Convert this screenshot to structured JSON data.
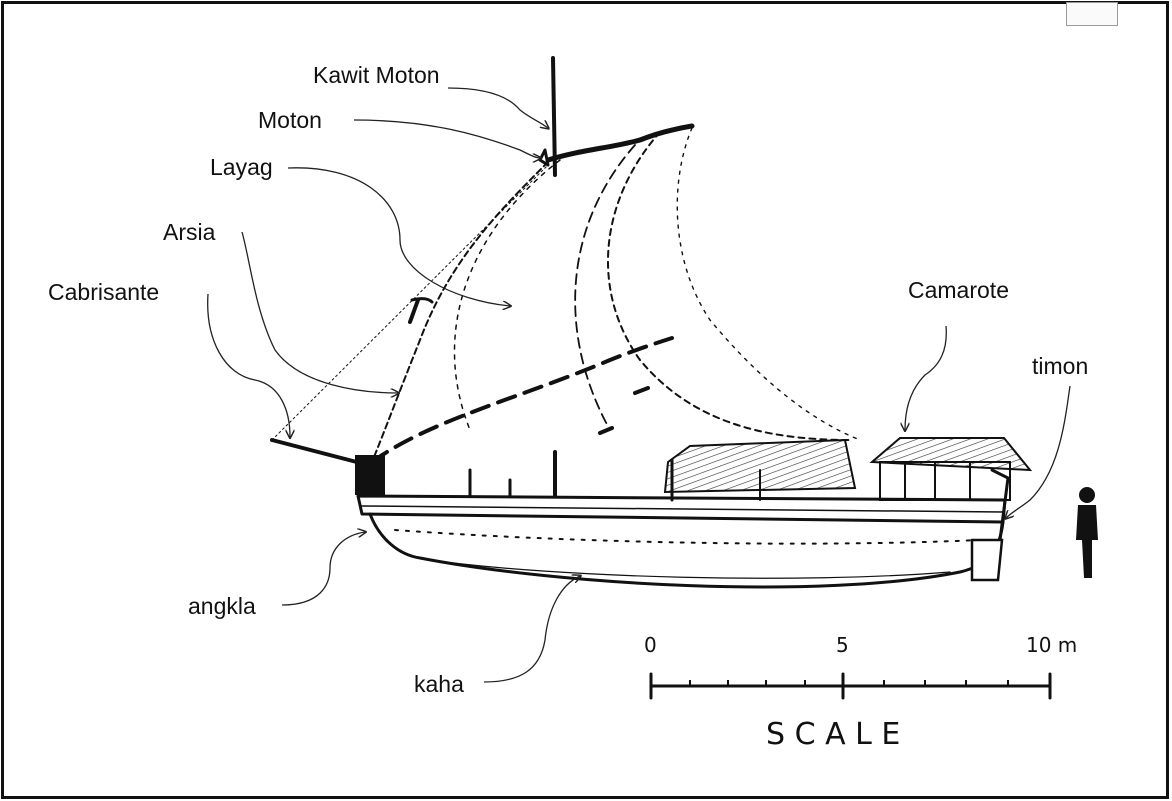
{
  "labels": {
    "kawit_moton": "Kawit Moton",
    "moton": "Moton",
    "layag": "Layag",
    "arsia": "Arsia",
    "cabrisante": "Cabrisante",
    "camarote": "Camarote",
    "timon": "timon",
    "angkla": "angkla",
    "kaha": "kaha"
  },
  "scale": {
    "tick_0": "0",
    "tick_5": "5",
    "tick_10": "10 m",
    "caption": "S C A L E"
  },
  "colors": {
    "ink": "#111111",
    "background": "#ffffff"
  }
}
